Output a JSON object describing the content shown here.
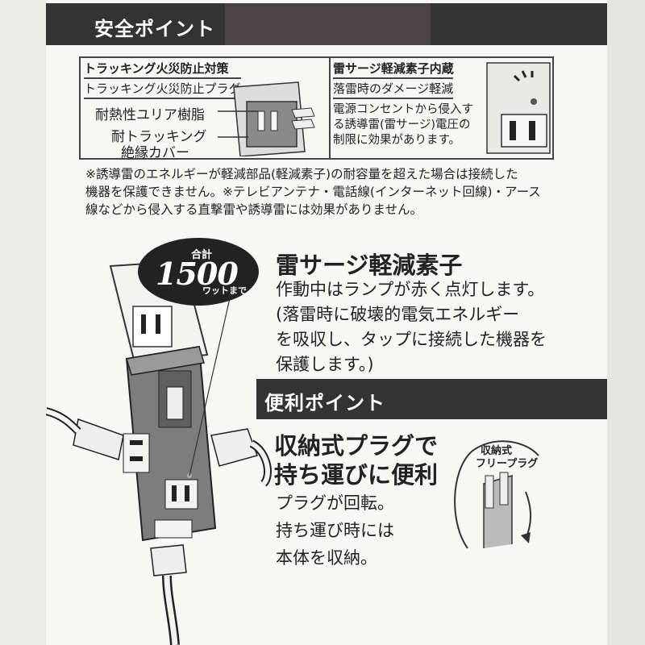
{
  "section1": {
    "title": "安全ポイント"
  },
  "tracking": {
    "header": "トラッキング火災防止対策",
    "subheader": "トラッキング火災防止プラグ",
    "label1": "耐熱性ユリア樹脂",
    "label2a": "耐トラッキング",
    "label2b": "絶縁カバー"
  },
  "surge_box": {
    "header": "雷サージ軽減素子内蔵",
    "subheader": "落雷時のダメージ軽減",
    "note_lines": [
      "電源コンセントから侵入す",
      "る誘導雷(雷サージ)電圧の",
      "制限に効果があります。"
    ]
  },
  "footnote_lines": [
    "※誘導雷のエネルギーが軽減部品(軽減素子)の耐容量を超えた場合は接続した",
    "機器を保護できません。※テレビアンテナ・電話線(インターネット回線)・アース",
    "線などから侵入する直撃雷や誘導雷には効果がありません。"
  ],
  "badge": {
    "top": "合計",
    "number": "1500",
    "unit": "ワットまで"
  },
  "surge_section": {
    "title": "雷サージ軽減素子",
    "lines": [
      "作動中はランプが赤く点灯します。",
      "(落雷時に破壊的電気エネルギー",
      "を吸収し、タップに接続した機器を",
      "保護します。)"
    ]
  },
  "section2": {
    "title": "便利ポイント"
  },
  "plug_section": {
    "title_lines": [
      "収納式プラグで",
      "持ち運びに便利"
    ],
    "lines": [
      "プラグが回転。",
      "持ち運び時には",
      "本体を収納。"
    ]
  },
  "inset": {
    "label_line1": "収納式",
    "label_line2": "フリープラグ"
  },
  "colors": {
    "bar": "#333333",
    "panel": "#f7f7f5",
    "line": "#444444"
  }
}
